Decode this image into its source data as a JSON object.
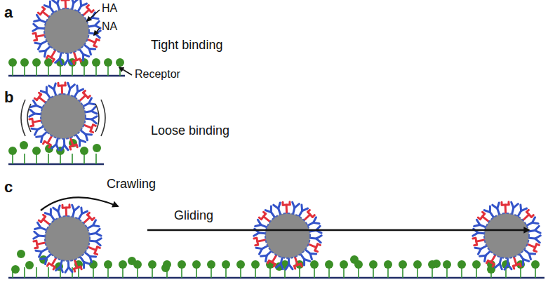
{
  "diagram": {
    "labels": [
      "a",
      "HA",
      "NA",
      "Tight binding",
      "Receptor",
      "b",
      "Loose binding",
      "c",
      "Crawling",
      "Gliding"
    ]
  }
}
